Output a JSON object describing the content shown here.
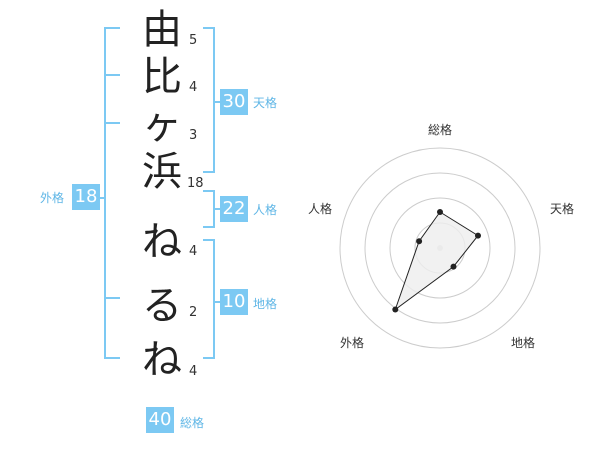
{
  "name_chars": [
    "由",
    "比",
    "ヶ",
    "浜",
    "ね",
    "る",
    "ね"
  ],
  "strokes": {
    "top": "5",
    "s1": "4",
    "s2": "3",
    "s3": "18",
    "s4": "4",
    "s5": "2",
    "s6": "4"
  },
  "tenkaku": {
    "value": "30",
    "label": "天格"
  },
  "jinkaku": {
    "value": "22",
    "label": "人格"
  },
  "chikaku": {
    "value": "10",
    "label": "地格"
  },
  "gaikaku": {
    "value": "18",
    "label": "外格"
  },
  "soukaku": {
    "value": "40",
    "label": "総格"
  },
  "radar": {
    "labels": {
      "top": "総格",
      "right": "天格",
      "bottom_right": "地格",
      "bottom_left": "外格",
      "left": "人格"
    },
    "scores": {
      "soukaku": 0.36,
      "tenkaku": 0.4,
      "chikaku": 0.23,
      "gaikaku": 0.76,
      "jinkaku": 0.22
    },
    "rings": 4,
    "line_color": "#222222",
    "fill_color": "#eeeeee",
    "ring_color": "#cccccc",
    "center_color": "#dddddd"
  },
  "accent_color": "#7cc9f3"
}
